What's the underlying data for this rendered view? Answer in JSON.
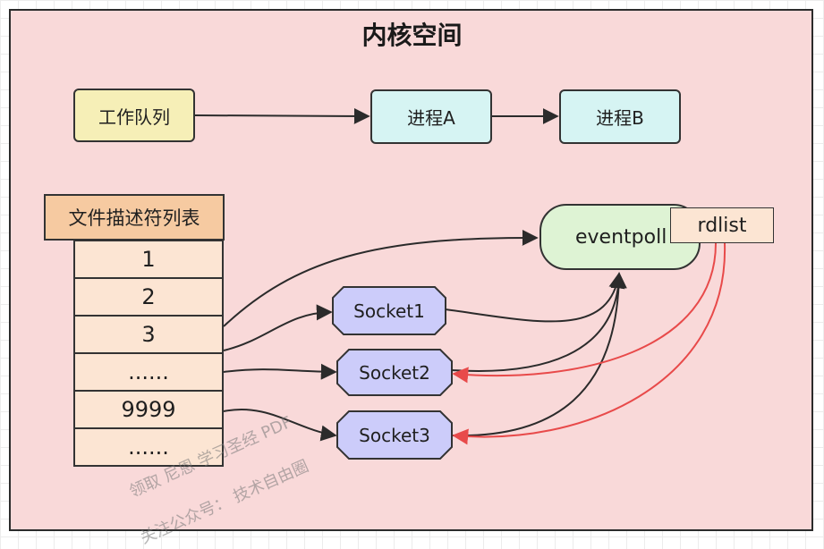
{
  "title": "内核空间",
  "work_queue": "工作队列",
  "process_a": "进程A",
  "process_b": "进程B",
  "fd_table": {
    "header": "文件描述符列表",
    "rows": [
      "1",
      "2",
      "3",
      "......",
      "9999",
      "......"
    ]
  },
  "eventpoll": "eventpoll",
  "rdlist": "rdlist",
  "sockets": [
    "Socket1",
    "Socket2",
    "Socket3"
  ],
  "watermark": {
    "line1": "领取 尼恩 学习圣经 PDF",
    "line2": "关注公众号： 技术自由圈"
  },
  "colors": {
    "kernel_bg": "#f9d9d9",
    "queue_fill": "#f6efb7",
    "process_fill": "#d6f4f3",
    "fd_header_fill": "#f6caa1",
    "fd_row_fill": "#fce5d3",
    "eventpoll_fill": "#def3d4",
    "socket_fill": "#ccccfa",
    "red_arrow": "#e84a4a"
  }
}
